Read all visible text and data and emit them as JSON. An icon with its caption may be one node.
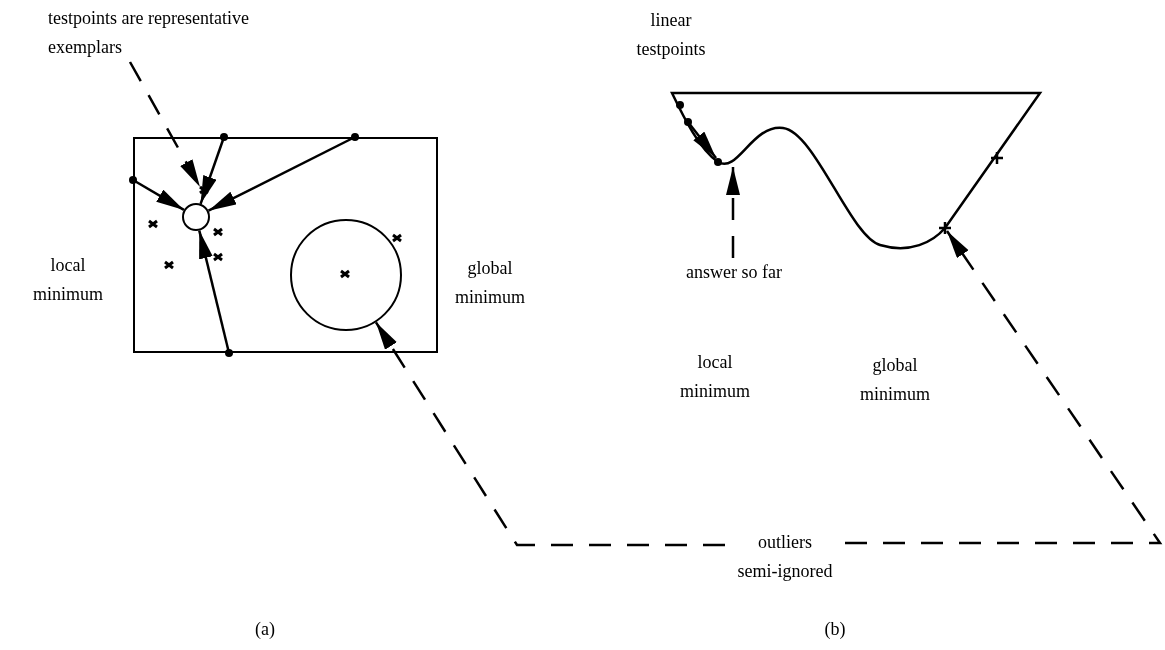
{
  "diagram": {
    "nodes": [
      {
        "text": [
          "testpoints are representative exemplars"
        ]
      },
      {
        "text": [],
        "shape": "box"
      },
      {
        "text": [],
        "shape": "circle",
        "in": 1
      },
      {
        "text": [],
        "shape": "circle",
        "in": 1
      },
      {
        "text": [
          "answer so far"
        ]
      },
      {
        "text": [
          "outliers semi-ignored"
        ]
      },
      {
        "text": [],
        "shape": "picture"
      },
      {
        "text": [],
        "shape": "cross",
        "in": 1
      }
    ],
    "edges": [
      {
        "from": 0,
        "to": 7,
        "arrow": "to",
        "style": "dashed"
      },
      {
        "from": 1,
        "to": 2,
        "arrow": "to"
      },
      {
        "from": 1,
        "to": 2,
        "arrow": "to"
      },
      {
        "from": 1,
        "to": 2,
        "arrow": "to"
      },
      {
        "from": 1,
        "to": 2,
        "arrow": "to"
      },
      {
        "from": 5,
        "to": 3,
        "arrow": "to",
        "style": "dashed"
      },
      {
        "from": 5,
        "to": 6,
        "arrow": "to",
        "style": "dashed"
      },
      {
        "from": 4,
        "to": 6,
        "arrow": "to",
        "style": "dashed"
      }
    ],
    "labels": [
      "linear testpoints",
      "local minimum",
      "global minimum",
      "local minimum",
      "global minimum",
      "(a)",
      "(b)"
    ]
  }
}
